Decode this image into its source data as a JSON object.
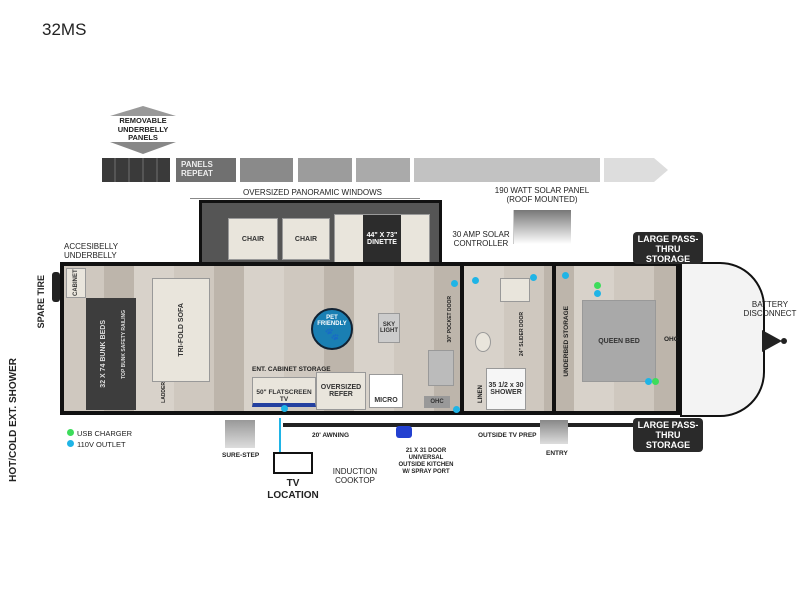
{
  "title": "32MS",
  "underbelly": {
    "label": "REMOVABLE UNDERBELLY PANELS",
    "panels_repeat": "PANELS REPEAT"
  },
  "labels": {
    "windows": "OVERSIZED PANORAMIC WINDOWS",
    "solar_panel": "190 WATT SOLAR PANEL (ROOF MOUNTED)",
    "solar_controller": "30 AMP SOLAR CONTROLLER",
    "underbelly": "ACCESIBELLY UNDERBELLY",
    "spare_tire": "SPARE TIRE",
    "shower_ext": "HOT/COLD EXT. SHOWER",
    "storage_top": "LARGE PASS-THRU STORAGE",
    "storage_bottom": "LARGE PASS-THRU STORAGE",
    "battery": "BATTERY DISCONNECT",
    "cabinet": "CABINET",
    "bunks": "32 x 74 BUNK BEDS",
    "railing": "TOP BUNK SAFETY RAILING",
    "ladder": "LADDER",
    "sofa": "TRI-FOLD SOFA",
    "chair1": "CHAIR",
    "chair2": "CHAIR",
    "dinette": "44\" X 73\" DINETTE",
    "pet": "PET FRIENDLY",
    "skylight": "SKY LIGHT",
    "ent_storage": "ENT. CABINET STORAGE",
    "tv": "50\" FLATSCREEN TV",
    "refer": "OVERSIZED REFER",
    "micro": "MICRO",
    "ohc1": "OHC",
    "pocket_door": "30\" POCKET DOOR",
    "slider_door": "24\" SLIDER DOOR",
    "linen": "LINEN",
    "shower": "35 1/2 x 30 SHOWER",
    "underbed": "UNDERBED STORAGE",
    "queen": "QUEEN BED",
    "ohc2": "OHC",
    "awning": "20' AWNING",
    "sure_step": "SURE-STEP",
    "tv_location": "TV LOCATION",
    "induction": "INDUCTION COOKTOP",
    "kitchen": "21 x 31 DOOR UNIVERSAL OUTSIDE KITCHEN W/ SPRAY PORT",
    "outside_tv": "OUTSIDE TV PREP",
    "entry": "ENTRY"
  },
  "legend": [
    {
      "label": "USB CHARGER",
      "color": "#3ddc5b"
    },
    {
      "label": "110V OUTLET",
      "color": "#1fb4e6"
    }
  ]
}
